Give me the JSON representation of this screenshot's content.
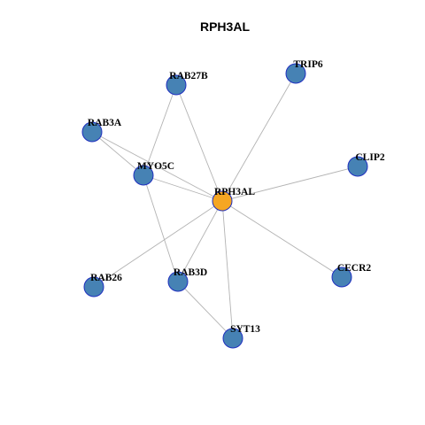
{
  "title": "RPH3AL",
  "colors": {
    "center_fill": "#F5A623",
    "node_fill": "#4682B4",
    "node_stroke": "#1F2FBF",
    "edge": "#B3B3B3"
  },
  "nodes": [
    {
      "id": "RPH3AL",
      "label": "RPH3AL",
      "center": true
    },
    {
      "id": "RAB27B",
      "label": "RAB27B"
    },
    {
      "id": "TRIP6",
      "label": "TRIP6"
    },
    {
      "id": "RAB3A",
      "label": "RAB3A"
    },
    {
      "id": "MYO5C",
      "label": "MYO5C"
    },
    {
      "id": "CLIP2",
      "label": "CLIP2"
    },
    {
      "id": "RAB26",
      "label": "RAB26"
    },
    {
      "id": "RAB3D",
      "label": "RAB3D"
    },
    {
      "id": "CECR2",
      "label": "CECR2"
    },
    {
      "id": "SYT13",
      "label": "SYT13"
    }
  ],
  "edges": [
    [
      "RPH3AL",
      "RAB27B"
    ],
    [
      "RPH3AL",
      "TRIP6"
    ],
    [
      "RPH3AL",
      "RAB3A"
    ],
    [
      "RPH3AL",
      "MYO5C"
    ],
    [
      "RPH3AL",
      "CLIP2"
    ],
    [
      "RPH3AL",
      "RAB26"
    ],
    [
      "RPH3AL",
      "RAB3D"
    ],
    [
      "RPH3AL",
      "CECR2"
    ],
    [
      "RPH3AL",
      "SYT13"
    ],
    [
      "MYO5C",
      "RAB27B"
    ],
    [
      "MYO5C",
      "RAB3A"
    ],
    [
      "MYO5C",
      "RAB3D"
    ],
    [
      "RAB3D",
      "SYT13"
    ]
  ]
}
